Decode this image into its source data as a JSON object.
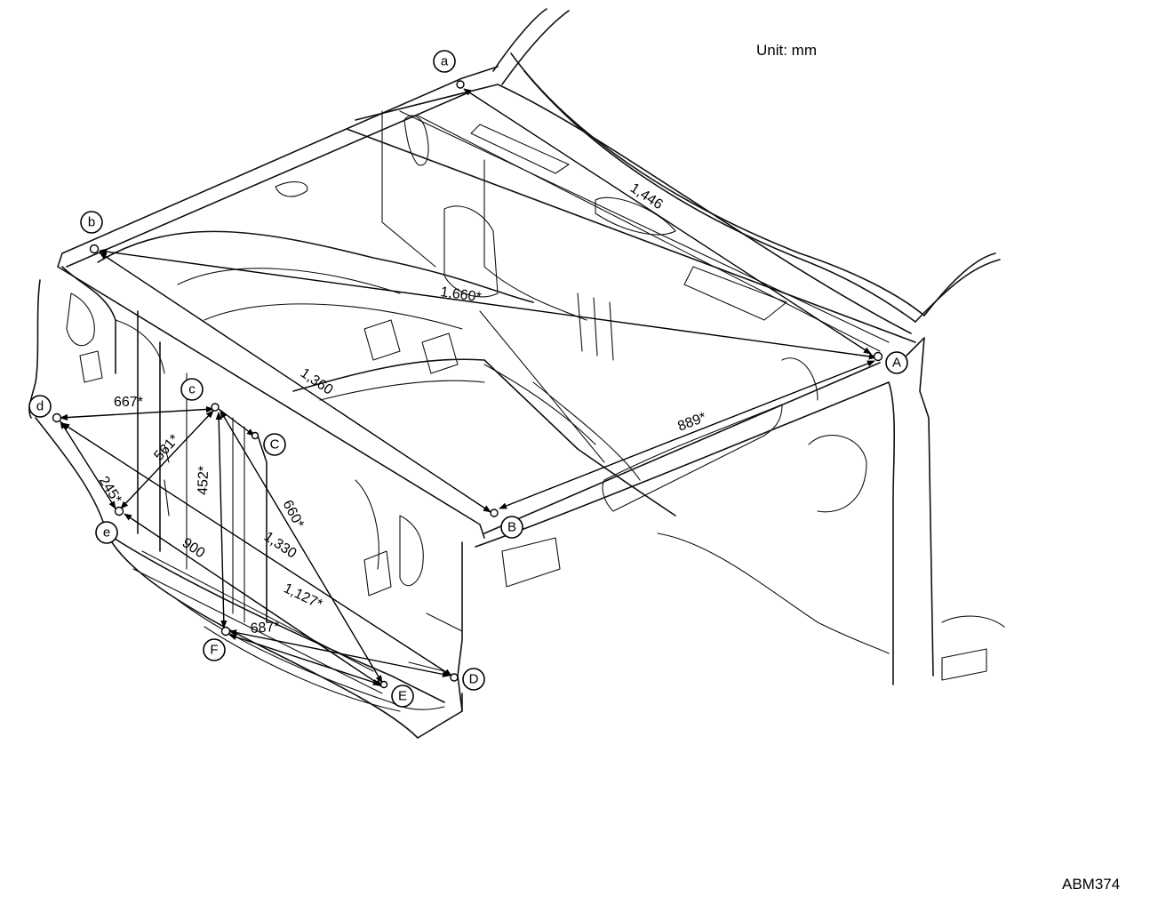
{
  "unit_label": "Unit: mm",
  "figure_code": "ABM374",
  "point_labels": {
    "a": "a",
    "b": "b",
    "c": "c",
    "d": "d",
    "e": "e",
    "A": "A",
    "B": "B",
    "C": "C",
    "D": "D",
    "E": "E",
    "F": "F"
  },
  "dimensions": {
    "a_A": "1,446",
    "b_A": "1,660*",
    "b_B": "1,360",
    "B_A": "889*",
    "d_c": "667*",
    "c_e": "561*",
    "d_e": "245*",
    "c_F": "452*",
    "c_E": "660*",
    "d_D": "1,330",
    "e_E": "900",
    "F_D": "1,127*",
    "F_E": "687*"
  }
}
